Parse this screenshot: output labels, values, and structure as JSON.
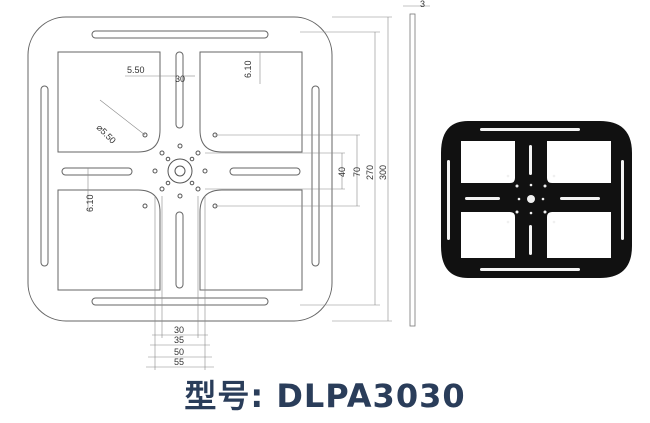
{
  "drawing": {
    "dimensions": {
      "thickness": "3",
      "slot_width_top": "6.10",
      "slot_width_left": "6.10",
      "offset_a": "5.50",
      "offset_b": "30",
      "hole_dia": "⌀5.50",
      "v40": "40",
      "v70": "70",
      "v270": "270",
      "v300": "300",
      "h30": "30",
      "h35": "35",
      "h50": "50",
      "h55": "55"
    }
  },
  "model_label": "型号: DLPA3030"
}
